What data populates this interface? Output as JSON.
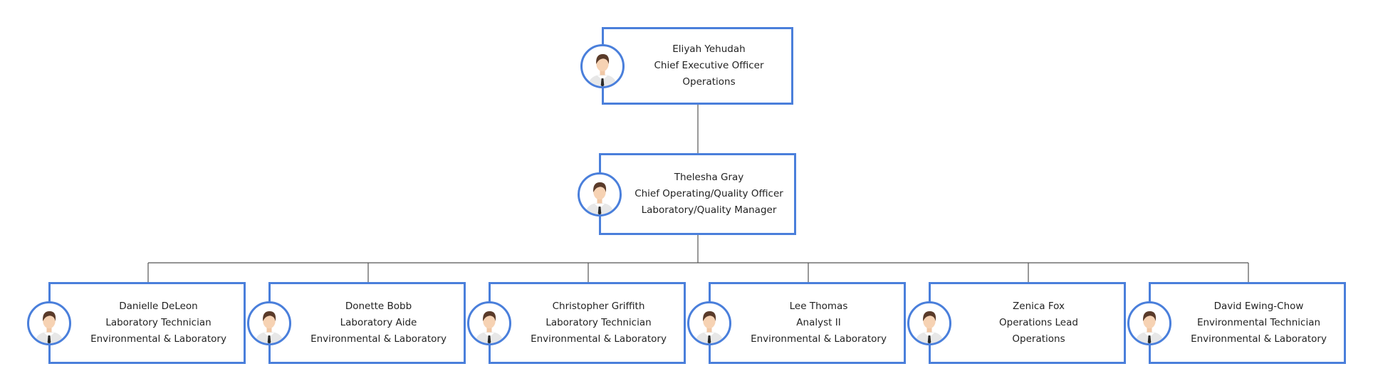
{
  "colors": {
    "accent": "#4a7fdb",
    "connector": "#555555",
    "text": "#222222"
  },
  "org_chart": {
    "root": {
      "name": "Eliyah Yehudah",
      "title": "Chief Executive Officer",
      "department": "Operations",
      "avatar_icon": "person-avatar-icon"
    },
    "manager": {
      "name": "Thelesha Gray",
      "title": "Chief Operating/Quality Officer",
      "department": "Laboratory/Quality Manager",
      "avatar_icon": "person-avatar-icon"
    },
    "staff": [
      {
        "name": "Danielle DeLeon",
        "title": "Laboratory Technician",
        "department": "Environmental & Laboratory",
        "avatar_icon": "person-avatar-icon"
      },
      {
        "name": "Donette Bobb",
        "title": "Laboratory Aide",
        "department": "Environmental & Laboratory",
        "avatar_icon": "person-avatar-icon"
      },
      {
        "name": "Christopher Griffith",
        "title": "Laboratory Technician",
        "department": "Environmental & Laboratory",
        "avatar_icon": "person-avatar-icon"
      },
      {
        "name": "Lee Thomas",
        "title": "Analyst II",
        "department": "Environmental & Laboratory",
        "avatar_icon": "person-avatar-icon"
      },
      {
        "name": "Zenica Fox",
        "title": "Operations Lead",
        "department": "Operations",
        "avatar_icon": "person-avatar-icon"
      },
      {
        "name": "David Ewing-Chow",
        "title": "Environmental Technician",
        "department": "Environmental & Laboratory",
        "avatar_icon": "person-avatar-icon"
      }
    ]
  }
}
